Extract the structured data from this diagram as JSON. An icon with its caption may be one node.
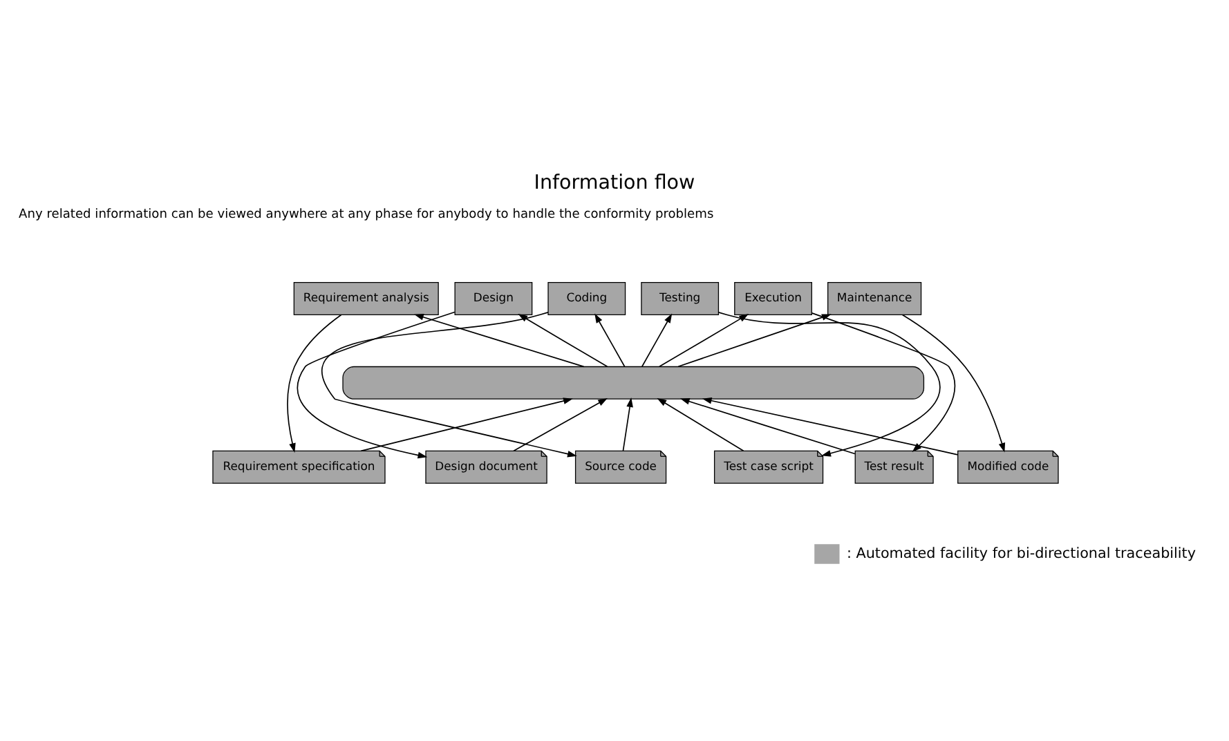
{
  "diagram": {
    "title": "Information flow",
    "nodes": [
      {
        "text": [
          "Requirement analysis"
        ]
      },
      {
        "text": [
          "Design"
        ]
      },
      {
        "text": [
          "Coding"
        ]
      },
      {
        "text": [
          "Testing"
        ]
      },
      {
        "text": [
          "Execution"
        ]
      },
      {
        "text": [
          "Maintenance"
        ]
      },
      {
        "text": [],
        "shape": "bar"
      },
      {
        "text": [
          "Requirement specification"
        ]
      },
      {
        "text": [
          "Design document"
        ]
      },
      {
        "text": [
          "Source code"
        ]
      },
      {
        "text": [
          "Test case script"
        ]
      },
      {
        "text": [
          "Test result"
        ]
      },
      {
        "text": [
          "Modified code"
        ]
      }
    ],
    "edges": [
      {
        "from": 0,
        "to": 7,
        "arrow": "to"
      },
      {
        "from": 7,
        "to": 6,
        "arrow": "to"
      },
      {
        "from": 1,
        "to": 8,
        "arrow": "to"
      },
      {
        "from": 8,
        "to": 6,
        "arrow": "to"
      },
      {
        "from": 2,
        "to": 9,
        "arrow": "to"
      },
      {
        "from": 9,
        "to": 6,
        "arrow": "to"
      },
      {
        "from": 3,
        "to": 10,
        "arrow": "to"
      },
      {
        "from": 10,
        "to": 6,
        "arrow": "to"
      },
      {
        "from": 4,
        "to": 11,
        "arrow": "to"
      },
      {
        "from": 11,
        "to": 6,
        "arrow": "to"
      },
      {
        "from": 5,
        "to": 12,
        "arrow": "to"
      },
      {
        "from": 12,
        "to": 6,
        "arrow": "to"
      },
      {
        "from": 6,
        "to": 0,
        "arrow": "to"
      },
      {
        "from": 6,
        "to": 1,
        "arrow": "to"
      },
      {
        "from": 6,
        "to": 2,
        "arrow": "to"
      },
      {
        "from": 6,
        "to": 3,
        "arrow": "to"
      },
      {
        "from": 6,
        "to": 4,
        "arrow": "to"
      },
      {
        "from": 6,
        "to": 5,
        "arrow": "to"
      }
    ],
    "labels": [
      "Any related information can be viewed anywhere at any phase for anybody to handle the conformity problems"
    ],
    "legend": [
      {
        "text": ": Automated facility for bi-directional traceability",
        "color": "#a6a6a6"
      }
    ]
  }
}
